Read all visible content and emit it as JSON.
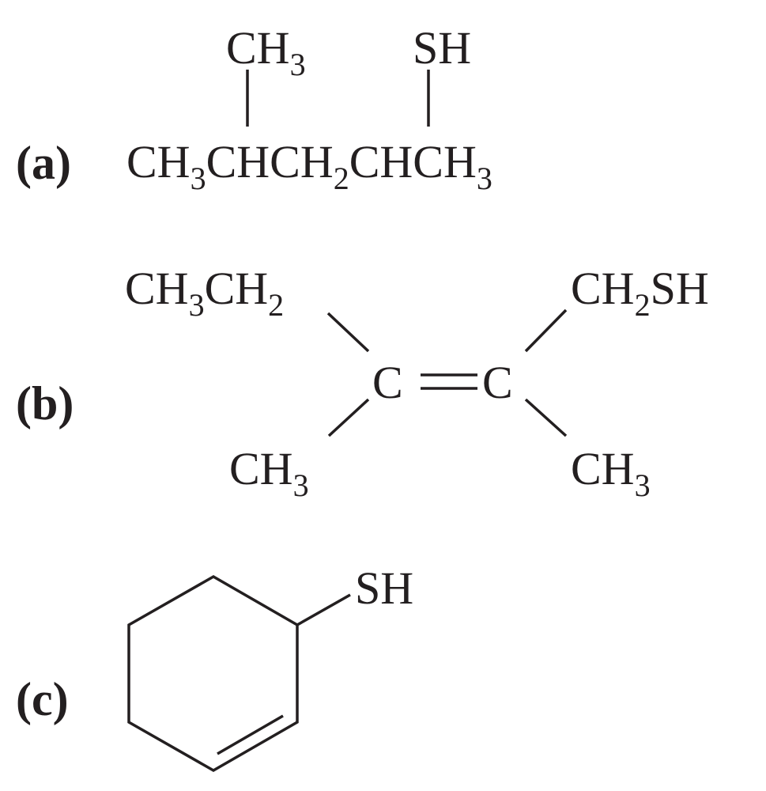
{
  "part_a": {
    "label": "(a)",
    "top_left": {
      "main": "CH",
      "sub": "3"
    },
    "top_right": {
      "main": "SH"
    },
    "chain": [
      {
        "main": "CH",
        "sub": "3"
      },
      {
        "main": "CHCH",
        "sub": "2"
      },
      {
        "main": "CHCH",
        "sub": "3"
      }
    ]
  },
  "part_b": {
    "label": "(b)",
    "upper_left": [
      {
        "main": "CH",
        "sub": "3"
      },
      {
        "main": "CH",
        "sub": "2"
      }
    ],
    "upper_right": [
      {
        "main": "CH",
        "sub": "2"
      },
      {
        "main": "SH"
      }
    ],
    "carbon_left": "C",
    "double_bond": "=",
    "carbon_right": "C",
    "lower_left": {
      "main": "CH",
      "sub": "3"
    },
    "lower_right": {
      "main": "CH",
      "sub": "3"
    }
  },
  "part_c": {
    "label": "(c)",
    "substituent": "SH",
    "ring": "cyclohexene"
  }
}
